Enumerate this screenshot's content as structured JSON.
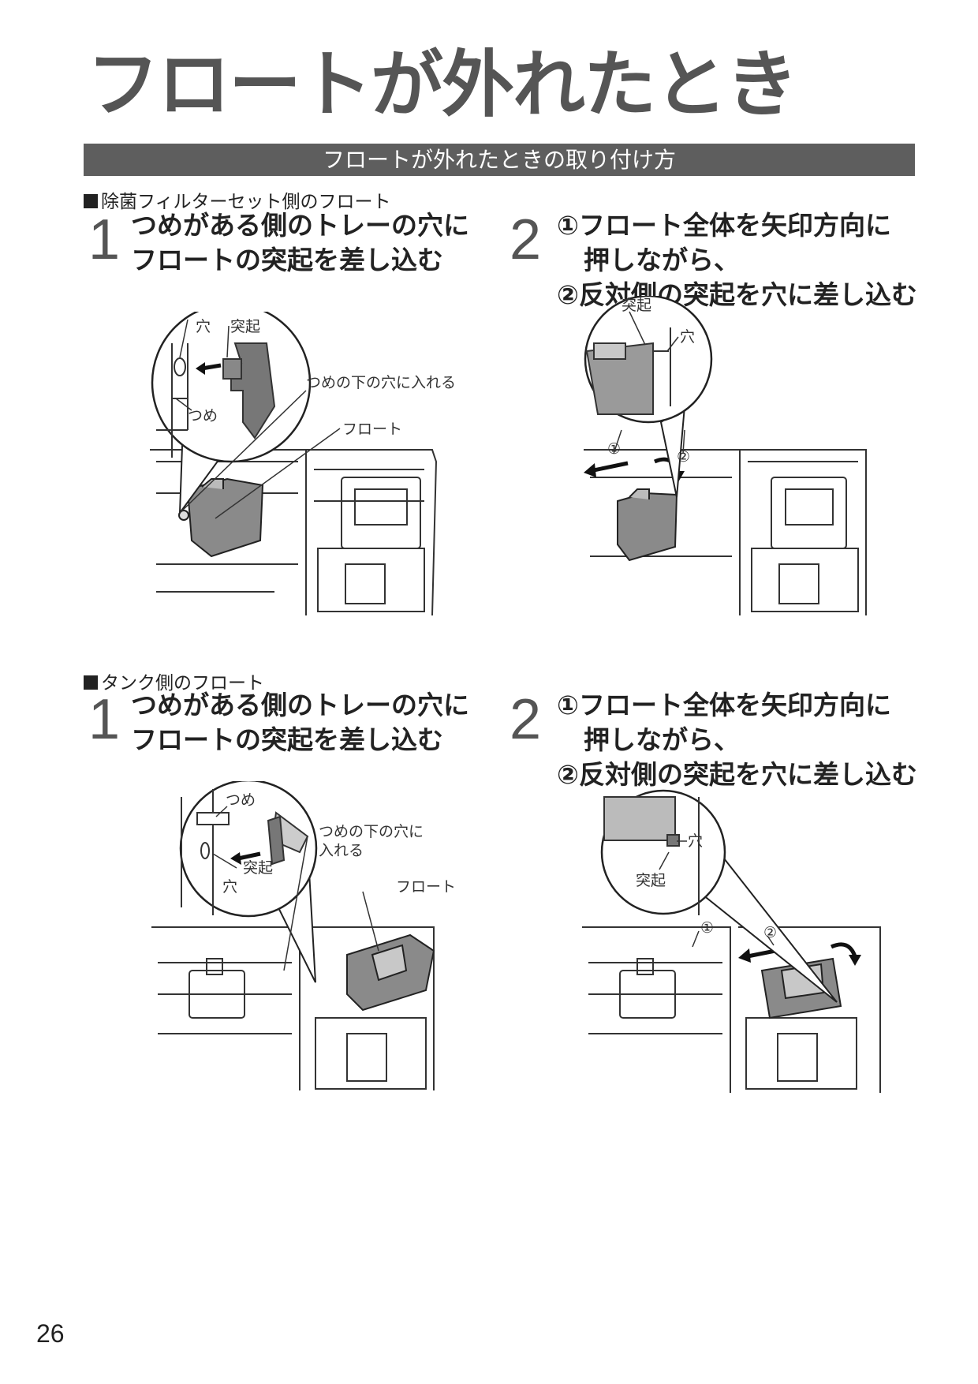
{
  "title": "フロートが外れたとき",
  "banner": "フロートが外れたときの取り付け方",
  "sections": [
    {
      "label": "除菌フィルターセット側のフロート",
      "step1": {
        "number": "1",
        "lines": [
          "つめがある側のトレーの穴に",
          "フロートの突起を差し込む"
        ]
      },
      "step2": {
        "number": "2",
        "lines": [
          "①フロート全体を矢印方向に",
          "押しながら、",
          "②反対側の突起を穴に差し込む"
        ]
      },
      "fig1": {
        "hole": "穴",
        "protrusion": "突起",
        "claw": "つめ",
        "callout": "つめの下の穴に入れる",
        "float": "フロート"
      },
      "fig2": {
        "protrusion": "突起",
        "hole": "穴",
        "m1": "①",
        "m2": "②"
      }
    },
    {
      "label": "タンク側のフロート",
      "step1": {
        "number": "1",
        "lines": [
          "つめがある側のトレーの穴に",
          "フロートの突起を差し込む"
        ]
      },
      "step2": {
        "number": "2",
        "lines": [
          "①フロート全体を矢印方向に",
          "押しながら、",
          "②反対側の突起を穴に差し込む"
        ]
      },
      "fig1": {
        "claw": "つめ",
        "callout1": "つめの下の穴に",
        "callout2": "入れる",
        "protrusion": "突起",
        "hole": "穴",
        "float": "フロート"
      },
      "fig2": {
        "hole": "穴",
        "protrusion": "突起",
        "m1": "①",
        "m2": "②"
      }
    }
  ],
  "page_number": "26"
}
